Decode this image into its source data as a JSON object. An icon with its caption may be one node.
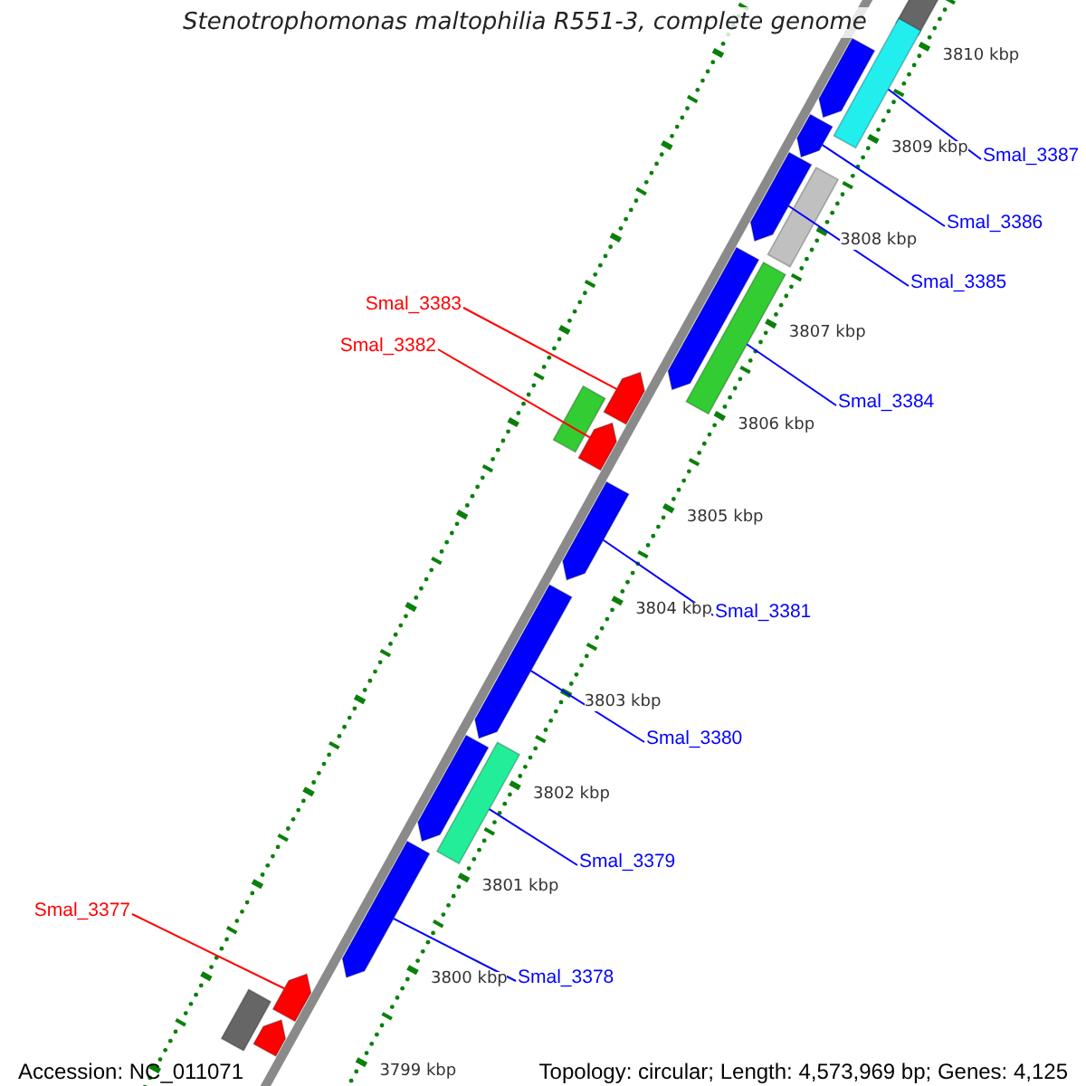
{
  "diagram": {
    "title": "Stenotrophomonas maltophilia R551-3, complete genome",
    "nodes": [
      {
        "text": [
          "Smal_3387"
        ]
      },
      {
        "text": [
          "Smal_3386"
        ]
      },
      {
        "text": [
          "Smal_3385"
        ]
      },
      {
        "text": [
          "Smal_3383"
        ]
      },
      {
        "text": [
          "Smal_3382"
        ]
      },
      {
        "text": [
          "Smal_3384"
        ]
      },
      {
        "text": [
          "Smal_3381"
        ]
      },
      {
        "text": [
          "Smal_3380"
        ]
      },
      {
        "text": [
          "Smal_3379"
        ]
      },
      {
        "text": [
          "Smal_3377"
        ]
      },
      {
        "text": [
          "Smal_3378"
        ]
      },
      {
        "text": [],
        "shape": "bar"
      },
      {
        "text": [],
        "shape": "arrow"
      },
      {
        "text": [],
        "shape": "bar"
      },
      {
        "text": [],
        "shape": "arrow"
      },
      {
        "text": [],
        "shape": "arrow"
      },
      {
        "text": [],
        "shape": "bar"
      },
      {
        "text": [],
        "shape": "arrow"
      },
      {
        "text": [],
        "shape": "bar"
      },
      {
        "text": [],
        "shape": "arrow"
      },
      {
        "text": [],
        "shape": "bar"
      },
      {
        "text": [],
        "shape": "arrow"
      },
      {
        "text": [],
        "shape": "arrow"
      },
      {
        "text": [],
        "shape": "arrow"
      },
      {
        "text": [],
        "shape": "arrow"
      },
      {
        "text": [],
        "shape": "bar"
      },
      {
        "text": [],
        "shape": "arrow"
      },
      {
        "text": [],
        "shape": "arrow"
      },
      {
        "text": [],
        "shape": "bar"
      },
      {
        "text": [],
        "shape": "arrow"
      }
    ],
    "edges": [
      {
        "from": 0,
        "to": 13,
        "arrow": "none"
      },
      {
        "from": 1,
        "to": 14,
        "arrow": "none"
      },
      {
        "from": 2,
        "to": 15,
        "arrow": "none"
      },
      {
        "from": 3,
        "to": 19,
        "arrow": "none",
        "color": "#ff0000"
      },
      {
        "from": 4,
        "to": 21,
        "arrow": "none",
        "color": "#ff0000"
      },
      {
        "from": 5,
        "to": 18,
        "arrow": "none"
      },
      {
        "from": 6,
        "to": 22,
        "arrow": "none"
      },
      {
        "from": 7,
        "to": 23,
        "arrow": "none"
      },
      {
        "from": 8,
        "to": 25,
        "arrow": "none"
      },
      {
        "from": 9,
        "to": 27,
        "arrow": "none",
        "color": "#ff0000"
      },
      {
        "from": 10,
        "to": 26,
        "arrow": "none"
      }
    ],
    "labels": [
      "3810 kbp",
      "3809 kbp",
      "3808 kbp",
      "3807 kbp",
      "3806 kbp",
      "3805 kbp",
      "3804 kbp",
      "3803 kbp",
      "3802 kbp",
      "3801 kbp",
      "3800 kbp",
      "3799 kbp",
      "Accession: NC_011071",
      "Topology: circular; Length: 4,573,969 bp; Genes: 4,125"
    ]
  }
}
